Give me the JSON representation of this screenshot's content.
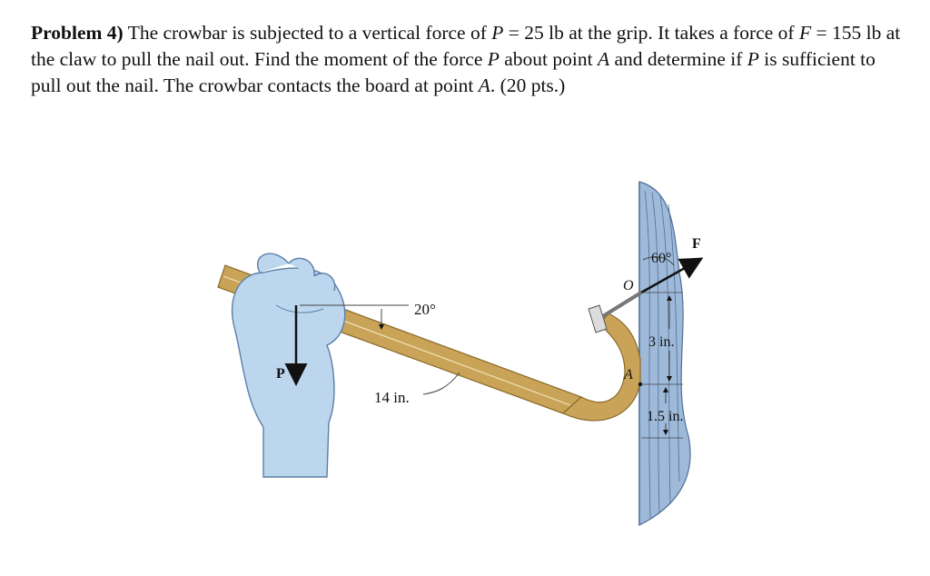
{
  "problem": {
    "label": "Problem 4)",
    "t1": " The crowbar is subjected to a vertical force of ",
    "P": "P",
    "t2": " = 25 lb at the grip. It takes a force of ",
    "F": "F",
    "t3": " = 155 lb at the claw to pull the nail out. Find the moment of the force ",
    "t4": " about point ",
    "A": "A",
    "t5": " and determine if ",
    "t6": " is sufficient to pull out the nail. The crowbar contacts the board at point ",
    "t7": ". (20 pts.)"
  },
  "figure": {
    "angle_bar": "20°",
    "dim_14": "14 in.",
    "angle_force": "60°",
    "force_F": "F",
    "force_P": "P",
    "point_O": "O",
    "point_A": "A",
    "dim_3": "3 in.",
    "dim_15": "1.5 in."
  },
  "colors": {
    "bar": "#c9a458",
    "bar_dark": "#8a6a2a",
    "glove": "#bcd6ee",
    "glove_line": "#5a7fa6",
    "board": "#9fb9d9",
    "board_line": "#4f6f99"
  }
}
